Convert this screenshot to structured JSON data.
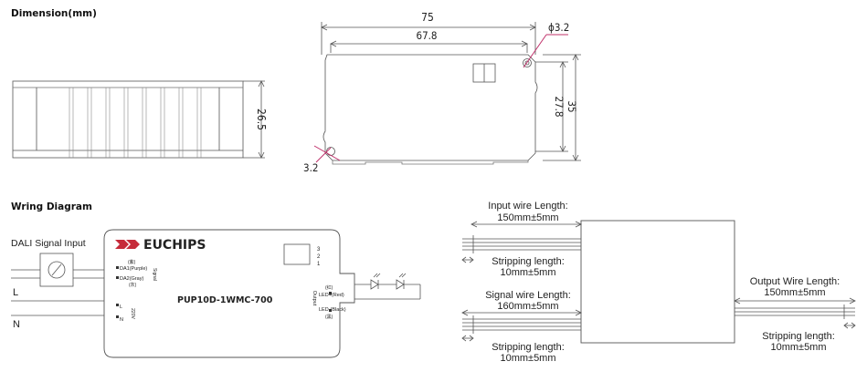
{
  "headings": {
    "dimension": "Dimension(mm)",
    "wiring": "Wring Diagram"
  },
  "dimensions": {
    "side_height": "26.5",
    "overall_width": "75",
    "hole_spacing": "67.8",
    "hole_diameter": "ϕ3.2",
    "hole_vspacing": "27.8",
    "overall_height": "35",
    "slot_width": "3.2"
  },
  "device": {
    "brand": "EUCHIPS",
    "model": "PUP10D-1WMC-700",
    "dali_input_label": "DALI Signal Input",
    "line_label": "L",
    "neutral_label": "N",
    "terminals": {
      "da1_color_cn": "(紫)",
      "da1": "DA1(Purple)",
      "da2": "DA2(Gray)",
      "da2_color_cn": "(灰)",
      "signal": "Signal",
      "ac_l": "L",
      "ac_n": "N",
      "vac": "220V",
      "output": "Output",
      "led_plus_cn": "(红)",
      "led_plus": "LED+(Red)",
      "led_minus": "LED-(Black)",
      "led_minus_cn": "(黑)"
    },
    "dip_numbers": [
      "3",
      "2",
      "1"
    ]
  },
  "wires": {
    "input_length_title": "Input wire Length:",
    "input_length_value": "150mm±5mm",
    "strip1_title": "Stripping length:",
    "strip1_value": "10mm±5mm",
    "signal_length_title": "Signal wire Length:",
    "signal_length_value": "160mm±5mm",
    "strip2_title": "Stripping length:",
    "strip2_value": "10mm±5mm",
    "output_length_title": "Output Wire Length:",
    "output_length_value": "150mm±5mm",
    "strip3_title": "Stripping length:",
    "strip3_value": "10mm±5mm"
  }
}
